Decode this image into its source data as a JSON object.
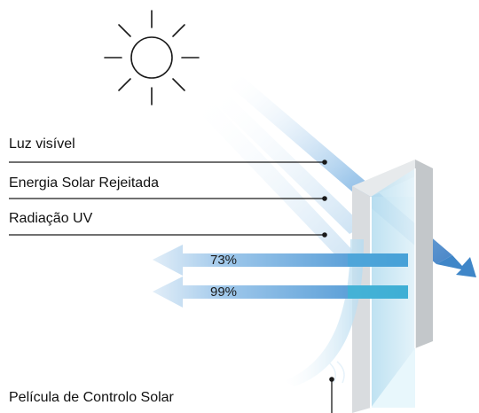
{
  "labels": {
    "visible_light": "Luz visível",
    "rejected_solar_energy": "Energia Solar Rejeitada",
    "uv_radiation": "Radiação UV",
    "solar_control_film": "Película de Controlo Solar"
  },
  "rejection_values": {
    "solar_energy": "73%",
    "uv": "99%"
  },
  "colors": {
    "ray": "#5b9bd6",
    "ray_dark": "#3f7fc4",
    "glass": "#c9e6f3",
    "frame": "#d4d7da",
    "film": "#bcdcf0"
  },
  "icons": {
    "sun": "sun-icon"
  }
}
